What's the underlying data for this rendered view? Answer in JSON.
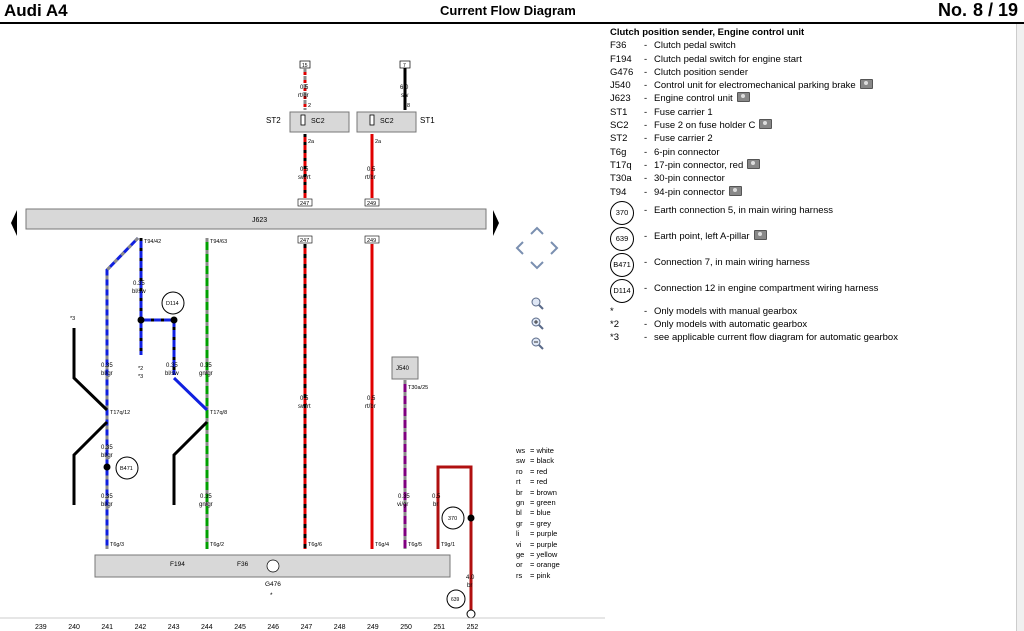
{
  "header": {
    "car_model": "Audi A4",
    "diagram_title": "Current Flow Diagram",
    "page_label": "No.",
    "page_number": "8 / 19"
  },
  "legend": {
    "title": "Clutch position sender, Engine control unit",
    "components": [
      {
        "code": "F36",
        "desc": "Clutch pedal switch",
        "photo": false
      },
      {
        "code": "F194",
        "desc": "Clutch pedal switch for engine start",
        "photo": false
      },
      {
        "code": "G476",
        "desc": "Clutch position sender",
        "photo": false
      },
      {
        "code": "J540",
        "desc": "Control unit for electromechanical parking brake",
        "photo": true
      },
      {
        "code": "J623",
        "desc": "Engine control unit",
        "photo": true
      },
      {
        "code": "ST1",
        "desc": "Fuse carrier 1",
        "photo": false
      },
      {
        "code": "SC2",
        "desc": "Fuse 2 on fuse holder C",
        "photo": true
      },
      {
        "code": "ST2",
        "desc": "Fuse carrier 2",
        "photo": false
      },
      {
        "code": "T6g",
        "desc": "6-pin connector",
        "photo": false
      },
      {
        "code": "T17q",
        "desc": "17-pin connector, red",
        "photo": true
      },
      {
        "code": "T30a",
        "desc": "30-pin connector",
        "photo": false
      },
      {
        "code": "T94",
        "desc": "94-pin connector",
        "photo": true
      }
    ],
    "connections": [
      {
        "code": "370",
        "desc": "Earth connection 5, in main wiring harness",
        "photo": false
      },
      {
        "code": "639",
        "desc": "Earth point, left A-pillar",
        "photo": true
      },
      {
        "code": "B471",
        "desc": "Connection 7, in main wiring harness",
        "photo": false
      },
      {
        "code": "D114",
        "desc": "Connection 12 in engine compartment wiring harness",
        "photo": false
      }
    ],
    "notes": [
      {
        "mark": "*",
        "desc": "Only models with manual gearbox"
      },
      {
        "mark": "*2",
        "desc": "Only models with automatic gearbox"
      },
      {
        "mark": "*3",
        "desc": "see applicable current flow diagram for automatic gearbox"
      }
    ]
  },
  "color_codes": [
    {
      "abbr": "ws",
      "name": "white"
    },
    {
      "abbr": "sw",
      "name": "black"
    },
    {
      "abbr": "ro",
      "name": "red"
    },
    {
      "abbr": "rt",
      "name": "red"
    },
    {
      "abbr": "br",
      "name": "brown"
    },
    {
      "abbr": "gn",
      "name": "green"
    },
    {
      "abbr": "bl",
      "name": "blue"
    },
    {
      "abbr": "gr",
      "name": "grey"
    },
    {
      "abbr": "li",
      "name": "purple"
    },
    {
      "abbr": "vi",
      "name": "purple"
    },
    {
      "abbr": "ge",
      "name": "yellow"
    },
    {
      "abbr": "or",
      "name": "orange"
    },
    {
      "abbr": "rs",
      "name": "pink"
    }
  ],
  "diagram": {
    "ecu_label": "J623",
    "fuse_sc2": "SC2",
    "fuse_carrier_left": "ST2",
    "fuse_carrier_right": "ST1",
    "term_left": "15",
    "term_right": "7",
    "bottom_component_labels": [
      "F194",
      "F36",
      "G476",
      "*"
    ],
    "j540_label": "J540",
    "wire_labels": [
      {
        "size": "0.5",
        "color": "rt/gr"
      },
      {
        "size": "6.0",
        "color": "sw"
      },
      {
        "size": "0.5",
        "color": "sw/rt"
      },
      {
        "size": "0.5",
        "color": "rt/br"
      },
      {
        "size": "0.35",
        "color": "bl/sw"
      },
      {
        "size": "0.35",
        "color": "bl/gr"
      },
      {
        "size": "0.35",
        "color": "gn/gr"
      },
      {
        "size": "0.35",
        "color": "vi/gr"
      },
      {
        "size": "0.5",
        "color": "br"
      },
      {
        "size": "4.0",
        "color": "br"
      }
    ],
    "pin_labels": [
      "2",
      "8",
      "2a",
      "247",
      "249",
      "T94/42",
      "T94/63",
      "T17q/12",
      "T17q/8",
      "T30a/25",
      "T6g/3",
      "T6g/2",
      "T6g/6",
      "T6g/4",
      "T6g/5",
      "T9g/1",
      "*2",
      "*3",
      "*3"
    ],
    "connection_circles": [
      "D114",
      "B471",
      "370",
      "639"
    ],
    "ruler": [
      "239",
      "240",
      "241",
      "242",
      "243",
      "244",
      "245",
      "246",
      "247",
      "248",
      "249",
      "250",
      "251",
      "252"
    ]
  },
  "nav": {
    "pan_icon": "pan-arrows-icon",
    "zoom_icons": [
      "zoom-icon",
      "zoom-in-icon",
      "zoom-out-icon"
    ]
  }
}
